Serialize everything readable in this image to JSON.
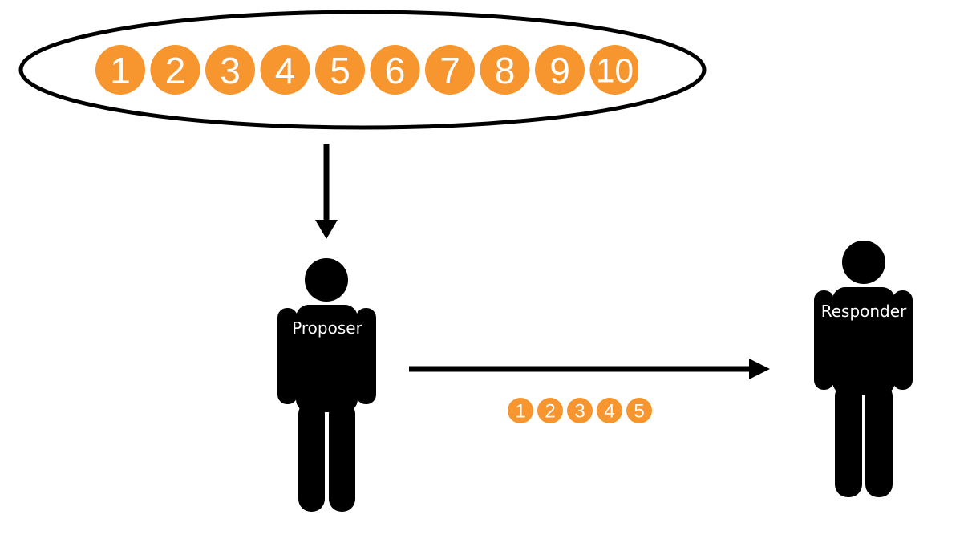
{
  "pool": {
    "coins": [
      "1",
      "2",
      "3",
      "4",
      "5",
      "6",
      "7",
      "8",
      "9",
      "10"
    ]
  },
  "offer": {
    "coins": [
      "1",
      "2",
      "3",
      "4",
      "5"
    ]
  },
  "proposer": {
    "label": "Proposer"
  },
  "responder": {
    "label": "Responder"
  },
  "colors": {
    "coin": "#F7962E",
    "ink": "#000000",
    "label": "#FFFFFF"
  }
}
